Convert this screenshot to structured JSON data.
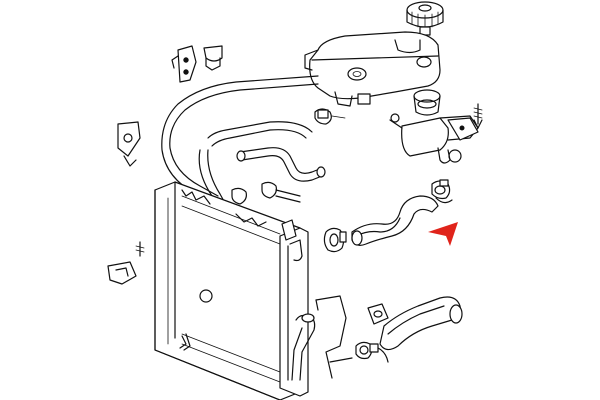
{
  "diagram": {
    "colors": {
      "line": "#111111",
      "background": "#ffffff",
      "pointer": "#e0241b"
    },
    "parts": [
      "expansion-tank",
      "expansion-tank-cap",
      "radiator",
      "upper-radiator-hose",
      "lower-radiator-hose",
      "heater-hose",
      "bleed-hose",
      "thermostat-housing",
      "hose-clamp",
      "mounting-bracket",
      "bolt"
    ],
    "highlight": {
      "part": "upper-radiator-hose",
      "marker": "red-arrow-pointer"
    }
  }
}
